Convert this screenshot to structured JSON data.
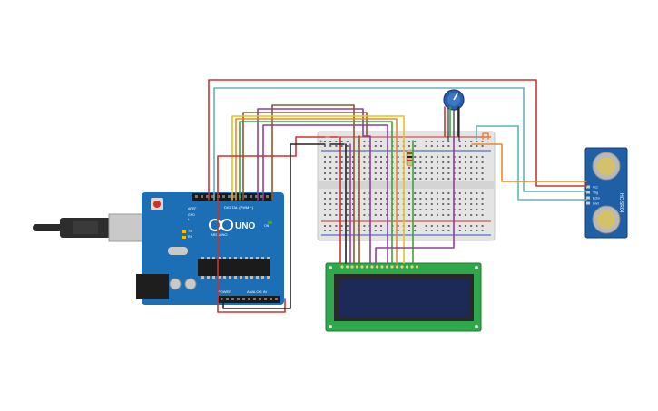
{
  "board": {
    "logo": "UNO",
    "brand": "ARDUINO",
    "digital_label": "DIGITAL (PWM ~)",
    "power_label": "POWER",
    "analog_label": "ANALOG IN",
    "aref_label": "AREF",
    "gnd_label": "GND",
    "tx_label": "TX",
    "rx_label": "RX",
    "on_label": "ON",
    "l_label": "L"
  },
  "sensor": {
    "model": "HC-SR04",
    "pins": [
      "Vcc",
      "Trig",
      "Echo",
      "Gnd"
    ]
  },
  "breadboard": {
    "plus_label": "+",
    "minus_label": "-"
  },
  "colors": {
    "red": "#d0312d",
    "teal": "#5cb8b8",
    "black": "#222222",
    "orange": "#e98a2a",
    "yellow": "#e8c21a",
    "green": "#3ca43c",
    "purple": "#8e3fa0",
    "brown": "#8a5a2b",
    "board_blue": "#1c6fb5",
    "lcd_green": "#2ea84a",
    "lcd_screen": "#1d2a57",
    "sensor_blue": "#1f5fa6"
  }
}
